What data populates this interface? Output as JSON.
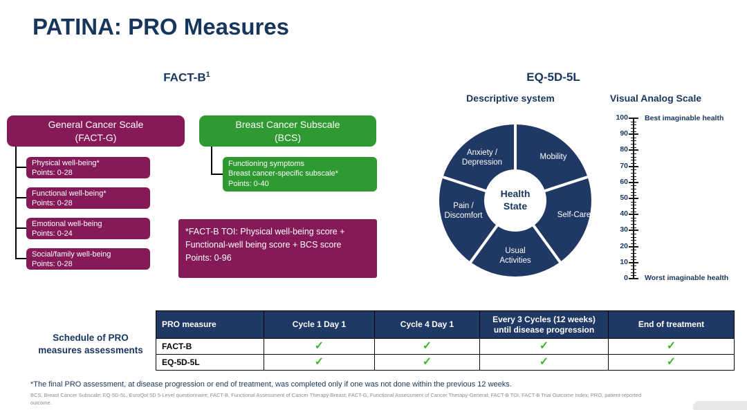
{
  "page": {
    "title": "PATINA: PRO Measures"
  },
  "colors": {
    "navy": "#1F3864",
    "navy_text": "#17365D",
    "purple": "#861A58",
    "green": "#2F9A32",
    "check_green": "#3CB72C",
    "footnote_gray": "#8C8C8C"
  },
  "fact_b": {
    "heading": "FACT-B",
    "heading_sup": "1",
    "general": {
      "title_line1": "General Cancer Scale",
      "title_line2": "(FACT-G)",
      "items": [
        {
          "label": "Physical well-being*",
          "points": "Points: 0-28"
        },
        {
          "label": "Functional well-being*",
          "points": "Points: 0-28"
        },
        {
          "label": "Emotional well-being",
          "points": "Points: 0-24"
        },
        {
          "label": "Social/family well-being",
          "points": "Points: 0-28"
        }
      ]
    },
    "bcs": {
      "title_line1": "Breast Cancer Subscale",
      "title_line2": "(BCS)",
      "sub": {
        "line1": "Functioning symptoms",
        "line2": "Breast cancer-specific subscale*",
        "line3": "Points: 0-40"
      }
    },
    "toi": {
      "line1": "*FACT-B TOI: Physical well-being score +",
      "line2": "Functional-well being score + BCS score",
      "line3": "Points: 0-96"
    }
  },
  "eq5d": {
    "heading": "EQ-5D-5L",
    "descriptive": {
      "title": "Descriptive system",
      "center_line1": "Health",
      "center_line2": "State",
      "segments": [
        {
          "id": "anxiety-depression",
          "line1": "Anxiety /",
          "line2": "Depression"
        },
        {
          "id": "mobility",
          "line1": "Mobility",
          "line2": ""
        },
        {
          "id": "pain-discomfort",
          "line1": "Pain /",
          "line2": "Discomfort"
        },
        {
          "id": "self-care",
          "line1": "Self-Care",
          "line2": ""
        },
        {
          "id": "usual-activities",
          "line1": "Usual",
          "line2": "Activities"
        }
      ]
    },
    "vas": {
      "title": "Visual Analog Scale",
      "top_label": "Best imaginable health",
      "bottom_label": "Worst imaginable health",
      "ticks": [
        100,
        90,
        80,
        70,
        60,
        50,
        40,
        30,
        20,
        10,
        0
      ]
    }
  },
  "schedule": {
    "label_line1": "Schedule of PRO",
    "label_line2": "measures assessments",
    "table": {
      "headers": [
        "PRO measure",
        "Cycle 1 Day 1",
        "Cycle 4 Day 1",
        "Every 3 Cycles (12 weeks)\nuntil disease progression",
        "End of treatment"
      ],
      "rows": [
        {
          "label": "FACT-B",
          "checks": [
            true,
            true,
            true,
            true
          ]
        },
        {
          "label": "EQ-5D-5L",
          "checks": [
            true,
            true,
            true,
            true
          ]
        }
      ],
      "check_glyph": "✓"
    }
  },
  "footnotes": {
    "main": "*The final PRO assessment, at disease progression or end of treatment, was completed only if one was not done within the previous 12 weeks.",
    "abbrev": "BCS, Breast Cancer Subscale; EQ-5D-5L, EuroQol 5D 5-Level questionnaire; FACT-B, Functional Assessment of Cancer Therapy-Breast; FACT-G, Functional Assessment of Cancer Therapy-General; FACT-B TOI, FACT-B Trial Outcome Index; PRO, patient-reported outcome."
  }
}
